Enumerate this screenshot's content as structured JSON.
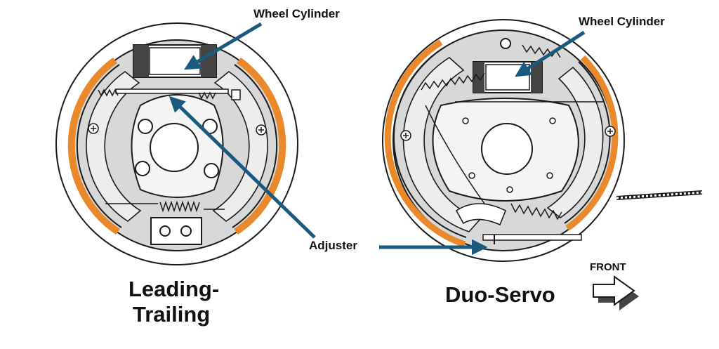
{
  "labels": {
    "left_wheel_cylinder": "Wheel Cylinder",
    "right_wheel_cylinder": "Wheel Cylinder",
    "adjuster": "Adjuster",
    "front": "FRONT"
  },
  "titles": {
    "left_line1": "Leading-",
    "left_line2": "Trailing",
    "right": "Duo-Servo"
  },
  "colors": {
    "arrow": "#1b5a7f",
    "lining": "#e9892b",
    "backing_plate": "#d8d8d8",
    "outline": "#1a1a1a",
    "drum_fill": "#ffffff"
  }
}
